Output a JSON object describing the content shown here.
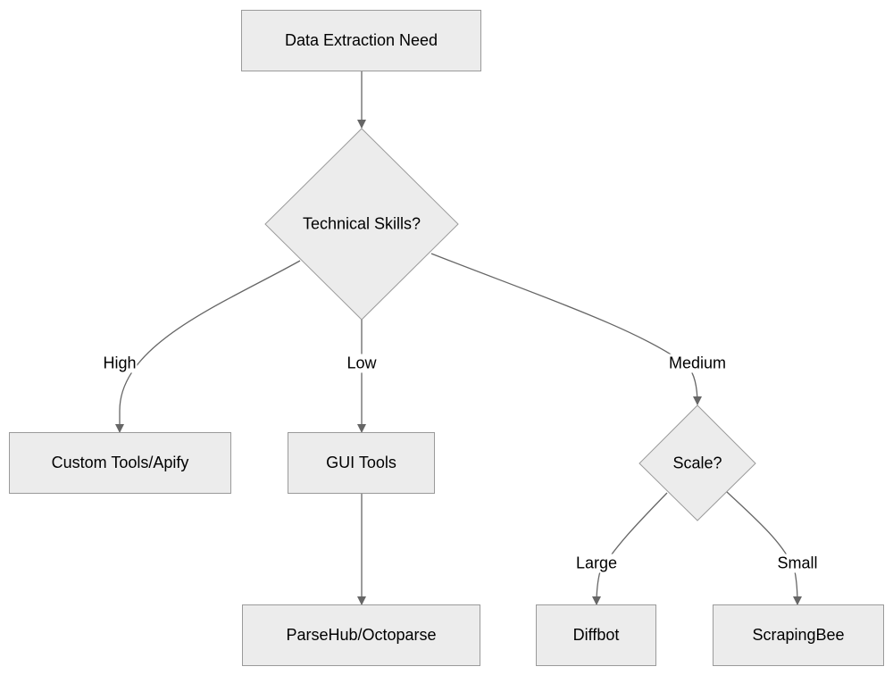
{
  "nodes": {
    "start": "Data Extraction Need",
    "skills": "Technical Skills?",
    "custom": "Custom Tools/Apify",
    "gui": "GUI Tools",
    "parsehub": "ParseHub/Octoparse",
    "scale": "Scale?",
    "diffbot": "Diffbot",
    "scrapingbee": "ScrapingBee"
  },
  "edges": {
    "high": "High",
    "low": "Low",
    "medium": "Medium",
    "large": "Large",
    "small": "Small"
  },
  "colors": {
    "node_fill": "#ececec",
    "node_border": "#9a9a9a",
    "edge": "#666666"
  }
}
